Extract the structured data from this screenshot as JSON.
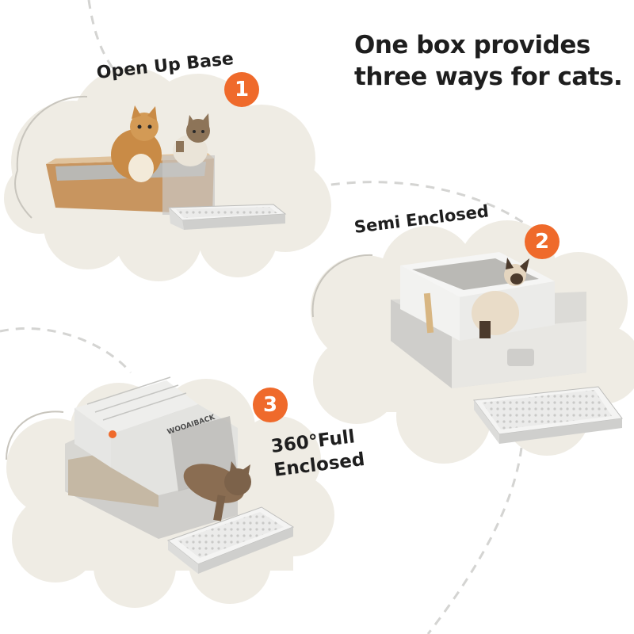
{
  "headline": {
    "line1": "One box provides",
    "line2": "three ways for cats."
  },
  "modes": [
    {
      "number": "1",
      "label": "Open Up Base"
    },
    {
      "number": "2",
      "label": "Semi Enclosed"
    },
    {
      "number": "3",
      "label_line1": "360°Full",
      "label_line2": "Enclosed"
    }
  ],
  "brand": "WOOAIBACK",
  "colors": {
    "badge": "#ef6a2b",
    "cloud": "#efece4",
    "tray_gold": "#c8955f",
    "box_white": "#f2f2f0",
    "box_grey": "#d9d8d4"
  }
}
